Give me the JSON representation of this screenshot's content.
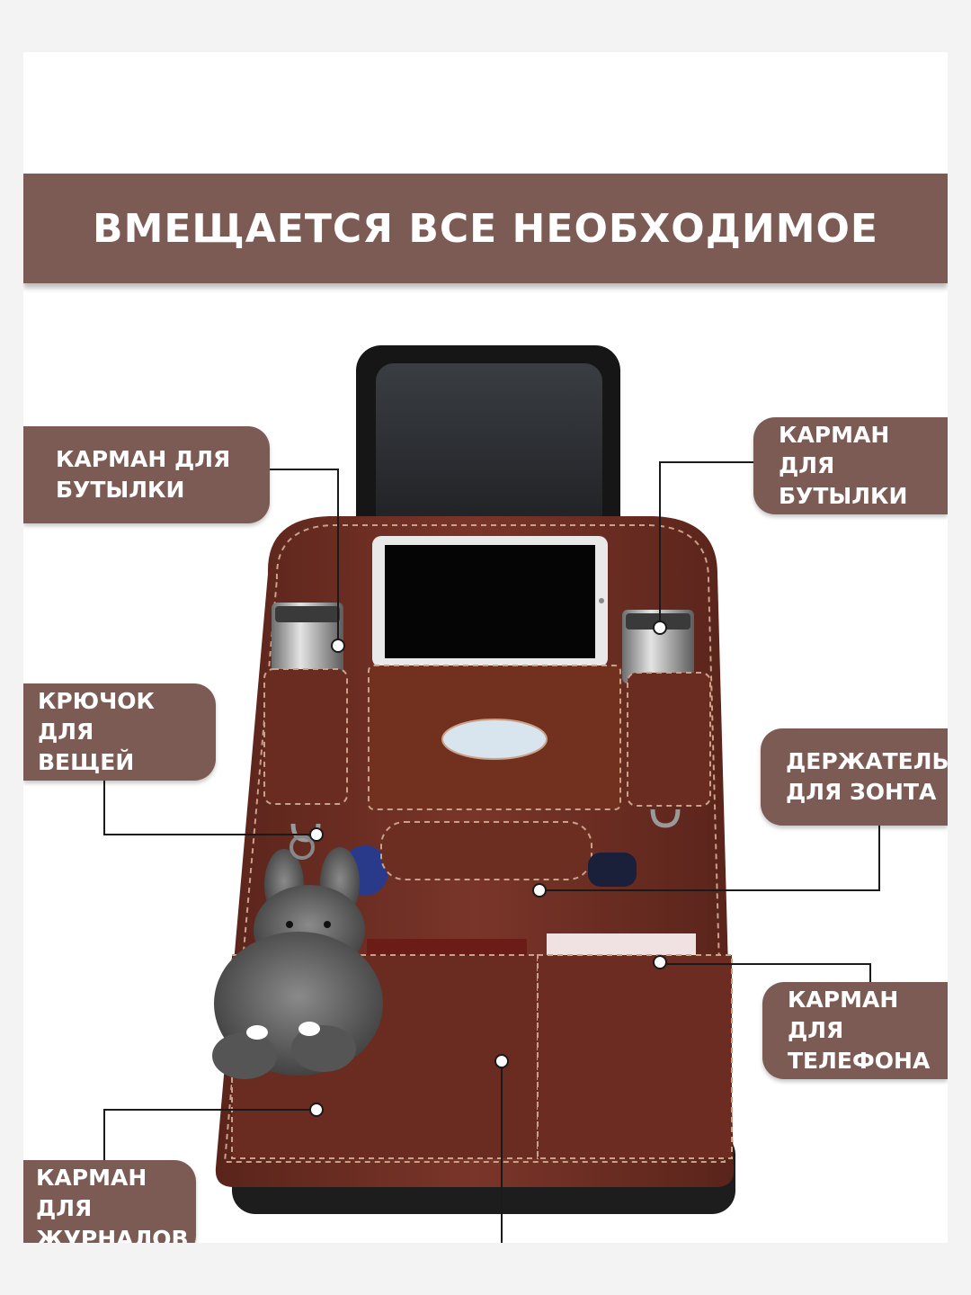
{
  "banner": {
    "title": "ВМЕЩАЕТСЯ ВСЕ НЕОБХОДИМОЕ"
  },
  "callouts": {
    "bottle_pocket_left": "КАРМАН ДЛЯ\nБУТЫЛКИ",
    "bottle_pocket_right": "КАРМАН ДЛЯ\nБУТЫЛКИ",
    "hook": "КРЮЧОК ДЛЯ\nВЕЩЕЙ",
    "umbrella_holder": "ДЕРЖАТЕЛЬ\nДЛЯ ЗОНТА",
    "phone_pocket": "КАРМАН ДЛЯ\nТЕЛЕФОНА",
    "magazine_pocket": "КАРМАН ДЛЯ\nЖУРНАЛОВ"
  },
  "colors": {
    "banner": "#7d5b55",
    "leather": "#6e2e22",
    "text": "#ffffff"
  }
}
